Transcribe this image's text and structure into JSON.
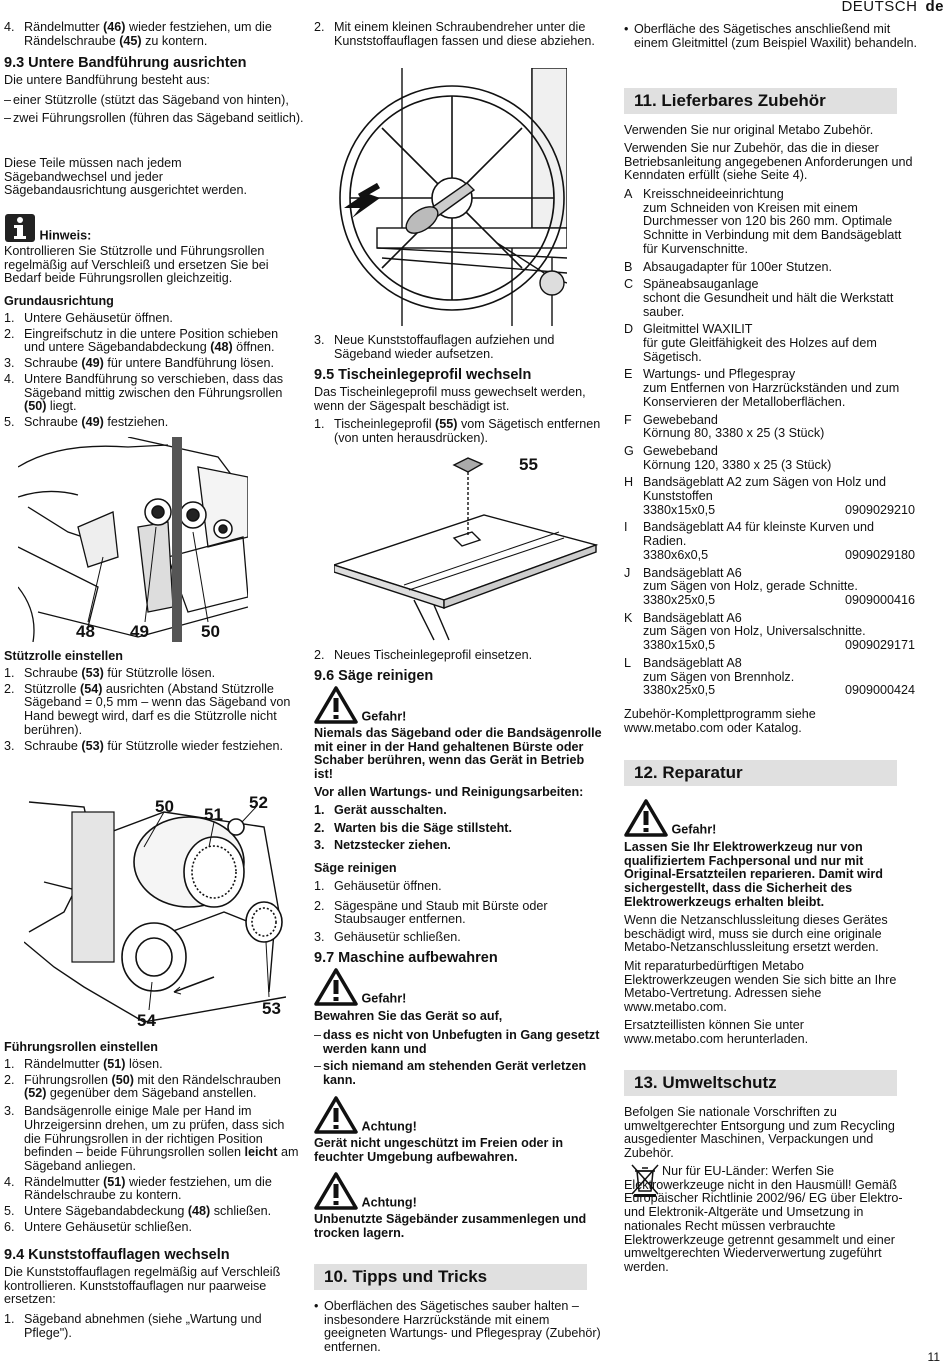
{
  "header": {
    "language": "DEUTSCH",
    "code": "de"
  },
  "page_number": "11",
  "col1": {
    "step4": {
      "n": "4.",
      "pre": "Rändelmutter ",
      "b1": "(46)",
      "mid": " wieder festziehen, um die Rändelschraube ",
      "b2": "(45)",
      "post": " zu kontern."
    },
    "s93_title": "9.3  Untere Bandführung ausrichten",
    "s93_intro": "Die untere Bandführung besteht aus:",
    "s93_items": [
      "einer Stützrolle (stützt das Sägeband von hinten),",
      "zwei Führungsrollen (führen das Sägeband seitlich)."
    ],
    "s93_para": "Diese Teile müssen nach jedem Sägebandwechsel und jeder Sägebandausrichtung ausgerichtet werden.",
    "hint_title": "Hinweis:",
    "hint_text": "Kontrollieren Sie Stützrolle und Führungsrollen regelmäßig auf Verschleiß und ersetzen Sie bei Bedarf beide Führungsrollen gleichzeitig.",
    "grund_title": "Grundausrichtung",
    "grund_steps": [
      {
        "n": "1.",
        "pre": "Untere Gehäusetür öffnen.",
        "b": "",
        "post": ""
      },
      {
        "n": "2.",
        "pre": "Eingreifschutz in die untere Position schieben und untere Sägebandabdeckung ",
        "b": "(48)",
        "post": " öffnen."
      },
      {
        "n": "3.",
        "pre": "Schraube ",
        "b": "(49)",
        "post": " für untere Bandführung lösen."
      },
      {
        "n": "4.",
        "pre": "Untere Bandführung so verschieben, dass das Sägeband mittig zwischen den Führungsrollen ",
        "b": "(50)",
        "post": " liegt."
      },
      {
        "n": "5.",
        "pre": "Schraube ",
        "b": "(49)",
        "post": " festziehen."
      }
    ],
    "fig1_labels": [
      "48",
      "49",
      "50"
    ],
    "stuetz_title": "Stützrolle einstellen",
    "stuetz_steps": [
      {
        "n": "1.",
        "pre": "Schraube ",
        "b": "(53)",
        "post": " für Stützrolle lösen."
      },
      {
        "n": "2.",
        "pre": "Stützrolle ",
        "b": "(54)",
        "post": " ausrichten (Abstand Stützrolle Sägeband = 0,5 mm – wenn das Sägeband von Hand bewegt wird, darf es die Stützrolle nicht berühren)."
      },
      {
        "n": "3.",
        "pre": "Schraube ",
        "b": "(53)",
        "post": " für Stützrolle wieder festziehen."
      }
    ],
    "fig2_labels": [
      "50",
      "51",
      "52",
      "54",
      "53"
    ],
    "fuehr_title": "Führungsrollen einstellen",
    "fuehr_steps": [
      {
        "n": "1.",
        "pre": "Rändelmutter ",
        "b": "(51)",
        "post": " lösen."
      },
      {
        "n": "2.",
        "pre": "Führungsrollen ",
        "b": "(50)",
        "post": " mit den Rändelschrauben ",
        "b2": "(52)",
        "post2": " gegenüber dem Sägeband anstellen."
      },
      {
        "n": "3.",
        "pre": "Bandsägenrolle einige Male per Hand im Uhrzeigersinn drehen, um zu prüfen, dass sich die Führungsrollen in der richtigen Position befinden – beide Führungsrollen sollen ",
        "b": "leicht",
        "post": " am Sägeband anliegen."
      },
      {
        "n": "4.",
        "pre": "Rändelmutter ",
        "b": "(51)",
        "post": " wieder festziehen, um die Rändelschraube zu kontern."
      },
      {
        "n": "5.",
        "pre": "Untere Sägebandabdeckung ",
        "b": "(48)",
        "post": " schließen."
      },
      {
        "n": "6.",
        "pre": "Untere Gehäusetür schließen.",
        "b": "",
        "post": ""
      }
    ],
    "s94_title": "9.4  Kunststoffauflagen wechseln",
    "s94_para": "Die Kunststoffauflagen regelmäßig auf Verschleiß kontrollieren. Kunststoffauflagen nur paarweise ersetzen:",
    "s94_step1": {
      "n": "1.",
      "t": "Sägeband abnehmen (siehe „Wartung und Pflege\")."
    }
  },
  "col2": {
    "step2": {
      "n": "2.",
      "t": "Mit einem kleinen Schraubendreher unter die Kunststoffauflagen fassen und diese abziehen."
    },
    "step3": {
      "n": "3.",
      "t": "Neue Kunststoffauflagen aufziehen und Sägeband wieder aufsetzen."
    },
    "s95_title": "9.5  Tischeinlegeprofil wechseln",
    "s95_para": "Das Tischeinlegeprofil muss gewechselt werden, wenn der Sägespalt beschädigt ist.",
    "s95_step1": {
      "n": "1.",
      "pre": "Tischeinlegeprofil ",
      "b": "(55)",
      "post": " vom Sägetisch entfernen (von unten herausdrücken)."
    },
    "fig4_label": "55",
    "s95_step2": {
      "n": "2.",
      "t": "Neues Tischeinlegeprofil einsetzen."
    },
    "s96_title": "9.6  Säge reinigen",
    "danger1_label": "Gefahr!",
    "danger1_text": "Niemals das Sägeband oder die Bandsägenrolle mit einer in der Hand gehaltenen Bürste oder Schaber berühren, wenn das Gerät in Betrieb ist!",
    "vor_title": "Vor allen Wartungs- und Reinigungsarbeiten:",
    "vor_steps": [
      {
        "n": "1.",
        "t": "Gerät ausschalten."
      },
      {
        "n": "2.",
        "t": "Warten bis die Säge stillsteht."
      },
      {
        "n": "3.",
        "t": "Netzstecker ziehen."
      }
    ],
    "rein_title": "Säge reinigen",
    "rein_steps": [
      {
        "n": "1.",
        "t": "Gehäusetür öffnen."
      },
      {
        "n": "2.",
        "t": "Sägespäne und Staub mit Bürste oder Staubsauger entfernen."
      },
      {
        "n": "3.",
        "t": "Gehäusetür schließen."
      }
    ],
    "s97_title": "9.7  Maschine aufbewahren",
    "danger2_label": "Gefahr!",
    "danger2_intro": "Bewahren Sie das Gerät so auf,",
    "danger2_items": [
      "dass es nicht von Unbefugten in Gang gesetzt werden kann und",
      "sich niemand am stehenden Gerät verletzen kann."
    ],
    "achtung1_label": "Achtung!",
    "achtung1_text": "Gerät nicht ungeschützt im Freien oder in feuchter Umgebung aufbewahren.",
    "achtung2_label": "Achtung!",
    "achtung2_text": "Unbenutzte Sägebänder zusammenlegen und trocken lagern.",
    "s10_title": "10. Tipps und Tricks",
    "s10_bullet": "Oberflächen des Sägetisches sauber halten – insbesondere Harzrückstände mit einem geeigneten Wartungs- und Pflegespray (Zubehör) entfernen."
  },
  "col3": {
    "bullet": "Oberfläche des Sägetisches anschließend mit einem Gleitmittel (zum Beispiel Waxilit) behandeln.",
    "s11_title": "11. Lieferbares Zubehör",
    "s11_p1": "Verwenden Sie nur original Metabo Zubehör.",
    "s11_p2": "Verwenden Sie nur Zubehör, das die in dieser Betriebsanleitung angegebenen Anforderungen und Kenndaten erfüllt (siehe Seite 4).",
    "accessories": [
      {
        "k": "A",
        "lines": [
          "Kreisschneideeinrichtung",
          "zum Schneiden von Kreisen mit einem Durchmesser von 120 bis 260 mm. Optimale Schnitte in Verbindung mit dem Bandsägeblatt für Kurvenschnitte."
        ],
        "spec": "",
        "num": ""
      },
      {
        "k": "B",
        "lines": [
          "Absaugadapter für 100er Stutzen."
        ],
        "spec": "",
        "num": ""
      },
      {
        "k": "C",
        "lines": [
          "Späneabsauganlage",
          "schont die Gesundheit und hält die Werkstatt sauber."
        ],
        "spec": "",
        "num": ""
      },
      {
        "k": "D",
        "lines": [
          "Gleitmittel WAXILIT",
          "für gute Gleitfähigkeit des Holzes auf dem Sägetisch."
        ],
        "spec": "",
        "num": ""
      },
      {
        "k": "E",
        "lines": [
          "Wartungs- und Pflegespray",
          "zum Entfernen von Harzrückständen und zum Konservieren der Metalloberflächen."
        ],
        "spec": "",
        "num": ""
      },
      {
        "k": "F",
        "lines": [
          "Gewebeband",
          "Körnung 80, 3380 x 25 (3 Stück)"
        ],
        "spec": "",
        "num": ""
      },
      {
        "k": "G",
        "lines": [
          "Gewebeband",
          "Körnung 120, 3380 x 25 (3 Stück)"
        ],
        "spec": "",
        "num": ""
      },
      {
        "k": "H",
        "lines": [
          "Bandsägeblatt A2 zum Sägen von Holz und Kunststoffen"
        ],
        "spec": "3380x15x0,5",
        "num": "0909029210"
      },
      {
        "k": "I",
        "lines": [
          "Bandsägeblatt A4 für kleinste Kurven und Radien."
        ],
        "spec": "3380x6x0,5",
        "num": "0909029180"
      },
      {
        "k": "J",
        "lines": [
          "Bandsägeblatt A6",
          "zum Sägen von Holz, gerade Schnitte."
        ],
        "spec": "3380x25x0,5",
        "num": "0909000416"
      },
      {
        "k": "K",
        "lines": [
          "Bandsägeblatt A6",
          "zum Sägen von Holz, Universalschnitte."
        ],
        "spec": "3380x15x0,5",
        "num": "0909029171"
      },
      {
        "k": "L",
        "lines": [
          "Bandsägeblatt A8",
          "zum Sägen von Brennholz."
        ],
        "spec": "3380x25x0,5",
        "num": "0909000424"
      }
    ],
    "s11_p3": "Zubehör-Komplettprogramm siehe www.metabo.com oder Katalog.",
    "s12_title": "12. Reparatur",
    "danger_label": "Gefahr!",
    "danger_text": "Lassen Sie Ihr Elektrowerkzeug nur von qualifiziertem Fachpersonal und nur mit Original-Ersatzteilen reparieren. Damit wird sichergestellt, dass die Sicherheit des Elektrowerkzeugs erhalten bleibt.",
    "s12_p1": "Wenn die Netzanschlussleitung dieses Gerätes beschädigt wird, muss sie durch eine originale Metabo-Netzanschlussleitung ersetzt werden.",
    "s12_p2": "Mit reparaturbedürftigen Metabo Elektrowerkzeugen wenden Sie sich bitte an Ihre Metabo-Vertretung. Adressen siehe www.metabo.com.",
    "s12_p3": "Ersatzteillisten können Sie unter www.metabo.com herunterladen.",
    "s13_title": "13. Umweltschutz",
    "s13_p1": "Befolgen Sie nationale Vorschriften zu umweltgerechter Entsorgung und zum Recycling ausgedienter Maschinen, Verpackungen und Zubehör.",
    "s13_eu": "Nur für EU-Länder: Werfen Sie Elektrowerkzeuge nicht in den Hausmüll! Gemäß Europäischer Richtlinie 2002/96/ EG über Elektro- und Elektronik-Altgeräte und Umsetzung in nationales Recht müssen verbrauchte Elektrowerkzeuge getrennt gesammelt und einer umweltgerechten Wiederverwertung zugeführt werden."
  }
}
